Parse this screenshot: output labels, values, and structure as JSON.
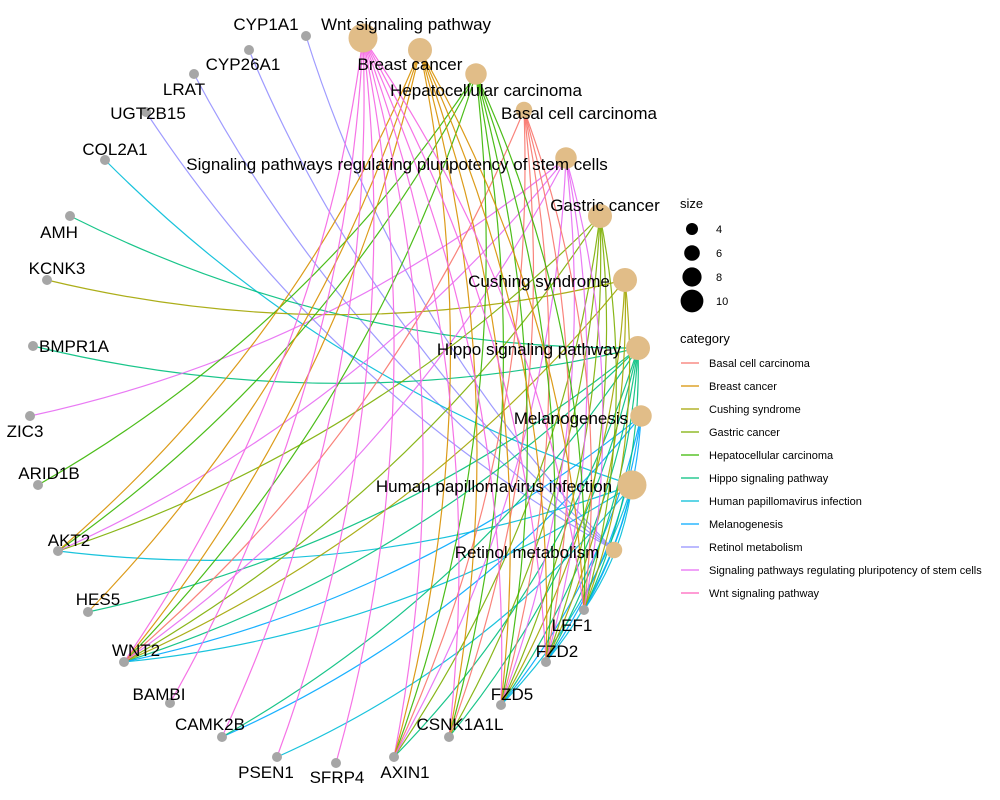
{
  "network": {
    "pathways": [
      {
        "id": "wnt",
        "name": "Wnt signaling pathway",
        "size": 10,
        "color": "#F564E3"
      },
      {
        "id": "breast",
        "name": "Breast cancer",
        "size": 8,
        "color": "#D89000"
      },
      {
        "id": "hcc",
        "name": "Hepatocellular carcinoma",
        "size": 7,
        "color": "#39B600"
      },
      {
        "id": "bcc",
        "name": "Basal cell carcinoma",
        "size": 5,
        "color": "#F8766D"
      },
      {
        "id": "stem",
        "name": "Signaling pathways regulating pluripotency of stem cells",
        "size": 7,
        "color": "#E76BF3"
      },
      {
        "id": "gastric",
        "name": "Gastric cancer",
        "size": 8,
        "color": "#7CAE00"
      },
      {
        "id": "cushing",
        "name": "Cushing syndrome",
        "size": 8,
        "color": "#A3A500"
      },
      {
        "id": "hippo",
        "name": "Hippo signaling pathway",
        "size": 8,
        "color": "#00BF7D"
      },
      {
        "id": "melano",
        "name": "Melanogenesis",
        "size": 7,
        "color": "#00A9FF"
      },
      {
        "id": "hpv",
        "name": "Human papillomavirus infection",
        "size": 10,
        "color": "#00BCD8"
      },
      {
        "id": "retinol",
        "name": "Retinol metabolism",
        "size": 5,
        "color": "#9590FF"
      }
    ],
    "genes": [
      {
        "id": "CYP1A1",
        "name": "CYP1A1"
      },
      {
        "id": "CYP26A1",
        "name": "CYP26A1"
      },
      {
        "id": "LRAT",
        "name": "LRAT"
      },
      {
        "id": "UGT2B15",
        "name": "UGT2B15"
      },
      {
        "id": "COL2A1",
        "name": "COL2A1"
      },
      {
        "id": "AMH",
        "name": "AMH"
      },
      {
        "id": "KCNK3",
        "name": "KCNK3"
      },
      {
        "id": "BMPR1A",
        "name": "BMPR1A"
      },
      {
        "id": "ZIC3",
        "name": "ZIC3"
      },
      {
        "id": "ARID1B",
        "name": "ARID1B"
      },
      {
        "id": "AKT2",
        "name": "AKT2"
      },
      {
        "id": "HES5",
        "name": "HES5"
      },
      {
        "id": "WNT2",
        "name": "WNT2"
      },
      {
        "id": "BAMBI",
        "name": "BAMBI"
      },
      {
        "id": "CAMK2B",
        "name": "CAMK2B"
      },
      {
        "id": "PSEN1",
        "name": "PSEN1"
      },
      {
        "id": "SFRP4",
        "name": "SFRP4"
      },
      {
        "id": "AXIN1",
        "name": "AXIN1"
      },
      {
        "id": "CSNK1A1L",
        "name": "CSNK1A1L"
      },
      {
        "id": "FZD5",
        "name": "FZD5"
      },
      {
        "id": "FZD2",
        "name": "FZD2"
      },
      {
        "id": "LEF1",
        "name": "LEF1"
      }
    ],
    "edges": [
      [
        "CYP1A1",
        "retinol"
      ],
      [
        "CYP26A1",
        "retinol"
      ],
      [
        "LRAT",
        "retinol"
      ],
      [
        "UGT2B15",
        "retinol"
      ],
      [
        "COL2A1",
        "hpv"
      ],
      [
        "AMH",
        "hippo"
      ],
      [
        "KCNK3",
        "cushing"
      ],
      [
        "BMPR1A",
        "hippo"
      ],
      [
        "ZIC3",
        "stem"
      ],
      [
        "ARID1B",
        "hcc"
      ],
      [
        "AKT2",
        "hpv"
      ],
      [
        "AKT2",
        "hcc"
      ],
      [
        "AKT2",
        "gastric"
      ],
      [
        "AKT2",
        "stem"
      ],
      [
        "AKT2",
        "breast"
      ],
      [
        "HES5",
        "hippo"
      ],
      [
        "HES5",
        "breast"
      ],
      [
        "WNT2",
        "hippo"
      ],
      [
        "WNT2",
        "hpv"
      ],
      [
        "WNT2",
        "melano"
      ],
      [
        "WNT2",
        "cushing"
      ],
      [
        "WNT2",
        "gastric"
      ],
      [
        "WNT2",
        "hcc"
      ],
      [
        "WNT2",
        "stem"
      ],
      [
        "WNT2",
        "breast"
      ],
      [
        "WNT2",
        "bcc"
      ],
      [
        "WNT2",
        "wnt"
      ],
      [
        "BAMBI",
        "wnt"
      ],
      [
        "CAMK2B",
        "wnt"
      ],
      [
        "CAMK2B",
        "melano"
      ],
      [
        "CAMK2B",
        "hippo"
      ],
      [
        "PSEN1",
        "wnt"
      ],
      [
        "PSEN1",
        "hpv"
      ],
      [
        "SFRP4",
        "wnt"
      ],
      [
        "AXIN1",
        "wnt"
      ],
      [
        "AXIN1",
        "hippo"
      ],
      [
        "AXIN1",
        "hcc"
      ],
      [
        "AXIN1",
        "gastric"
      ],
      [
        "AXIN1",
        "breast"
      ],
      [
        "AXIN1",
        "bcc"
      ],
      [
        "AXIN1",
        "stem"
      ],
      [
        "CSNK1A1L",
        "wnt"
      ],
      [
        "CSNK1A1L",
        "hippo"
      ],
      [
        "CSNK1A1L",
        "hcc"
      ],
      [
        "CSNK1A1L",
        "gastric"
      ],
      [
        "CSNK1A1L",
        "breast"
      ],
      [
        "CSNK1A1L",
        "bcc"
      ],
      [
        "FZD5",
        "wnt"
      ],
      [
        "FZD5",
        "hippo"
      ],
      [
        "FZD5",
        "hpv"
      ],
      [
        "FZD5",
        "melano"
      ],
      [
        "FZD5",
        "cushing"
      ],
      [
        "FZD5",
        "gastric"
      ],
      [
        "FZD5",
        "hcc"
      ],
      [
        "FZD5",
        "stem"
      ],
      [
        "FZD5",
        "breast"
      ],
      [
        "FZD5",
        "bcc"
      ],
      [
        "FZD2",
        "wnt"
      ],
      [
        "FZD2",
        "hippo"
      ],
      [
        "FZD2",
        "hpv"
      ],
      [
        "FZD2",
        "melano"
      ],
      [
        "FZD2",
        "cushing"
      ],
      [
        "FZD2",
        "gastric"
      ],
      [
        "FZD2",
        "hcc"
      ],
      [
        "FZD2",
        "stem"
      ],
      [
        "FZD2",
        "breast"
      ],
      [
        "FZD2",
        "bcc"
      ],
      [
        "LEF1",
        "wnt"
      ],
      [
        "LEF1",
        "hippo"
      ],
      [
        "LEF1",
        "hpv"
      ],
      [
        "LEF1",
        "melano"
      ],
      [
        "LEF1",
        "cushing"
      ],
      [
        "LEF1",
        "gastric"
      ],
      [
        "LEF1",
        "hcc"
      ],
      [
        "LEF1",
        "stem"
      ],
      [
        "LEF1",
        "breast"
      ],
      [
        "LEF1",
        "bcc"
      ]
    ],
    "gene_node_color": "#A6A6A6",
    "pathway_node_color": "#E1BD88"
  },
  "legend": {
    "size_title": "size",
    "size_values": [
      4,
      6,
      8,
      10
    ],
    "category_title": "category",
    "categories": [
      {
        "name": "Basal cell carcinoma",
        "color": "#F8766D"
      },
      {
        "name": "Breast cancer",
        "color": "#D89000"
      },
      {
        "name": "Cushing syndrome",
        "color": "#A3A500"
      },
      {
        "name": "Gastric cancer",
        "color": "#7CAE00"
      },
      {
        "name": "Hepatocellular carcinoma",
        "color": "#39B600"
      },
      {
        "name": "Hippo signaling pathway",
        "color": "#00BF7D"
      },
      {
        "name": "Human papillomavirus infection",
        "color": "#00BCD8"
      },
      {
        "name": "Melanogenesis",
        "color": "#00A9FF"
      },
      {
        "name": "Retinol metabolism",
        "color": "#9590FF"
      },
      {
        "name": "Signaling pathways regulating pluripotency of stem cells",
        "color": "#E76BF3"
      },
      {
        "name": "Wnt signaling pathway",
        "color": "#FF62BC"
      }
    ]
  }
}
